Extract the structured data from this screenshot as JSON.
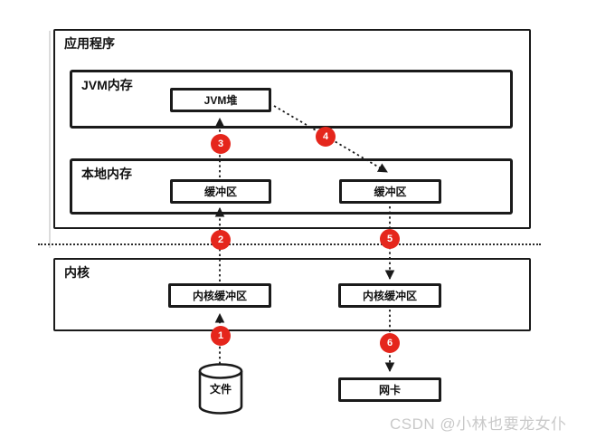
{
  "diagram": {
    "application": {
      "label": "应用程序"
    },
    "jvm_memory": {
      "label": "JVM内存"
    },
    "jvm_heap": {
      "label": "JVM堆"
    },
    "native_memory": {
      "label": "本地内存"
    },
    "buffer_left": {
      "label": "缓冲区"
    },
    "buffer_right": {
      "label": "缓冲区"
    },
    "kernel": {
      "label": "内核"
    },
    "kernel_buffer_left": {
      "label": "内核缓冲区"
    },
    "kernel_buffer_right": {
      "label": "内核缓冲区"
    },
    "file": {
      "label": "文件"
    },
    "nic": {
      "label": "网卡"
    },
    "steps": [
      "1",
      "2",
      "3",
      "4",
      "5",
      "6"
    ],
    "colors": {
      "badge_red": "#e5261c",
      "line_black": "#1a1a1a",
      "watermark_gray": "#c9c9c9",
      "background": "#ffffff"
    }
  },
  "watermark": {
    "text": "CSDN @小林也要龙女仆"
  }
}
